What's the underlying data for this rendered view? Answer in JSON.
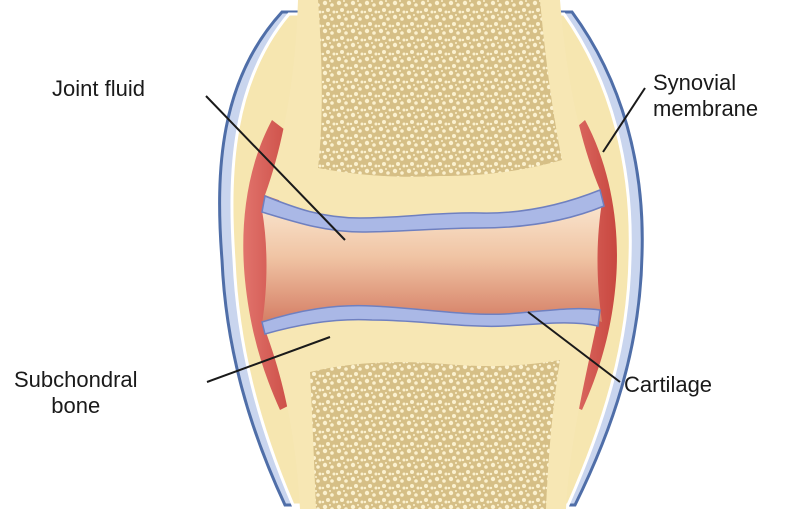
{
  "labels": {
    "joint_fluid": "Joint fluid",
    "synovial_membrane_line1": "Synovial",
    "synovial_membrane_line2": "membrane",
    "subchondral_bone_line1": "Subchondral",
    "subchondral_bone_line2": "bone",
    "cartilage": "Cartilage"
  },
  "colors": {
    "bone_shaft": "#f6e6b0",
    "spongy_bone": "#d9c28a",
    "spongy_pore": "#fbf1cf",
    "cartilage": "#a9b6e3",
    "joint_fluid_top": "#f8dcc2",
    "joint_fluid_bottom": "#d9876a",
    "synovial_red": "#d45a55",
    "capsule_blue": "#6f8ec8",
    "leader_line": "#1a1a1a"
  }
}
